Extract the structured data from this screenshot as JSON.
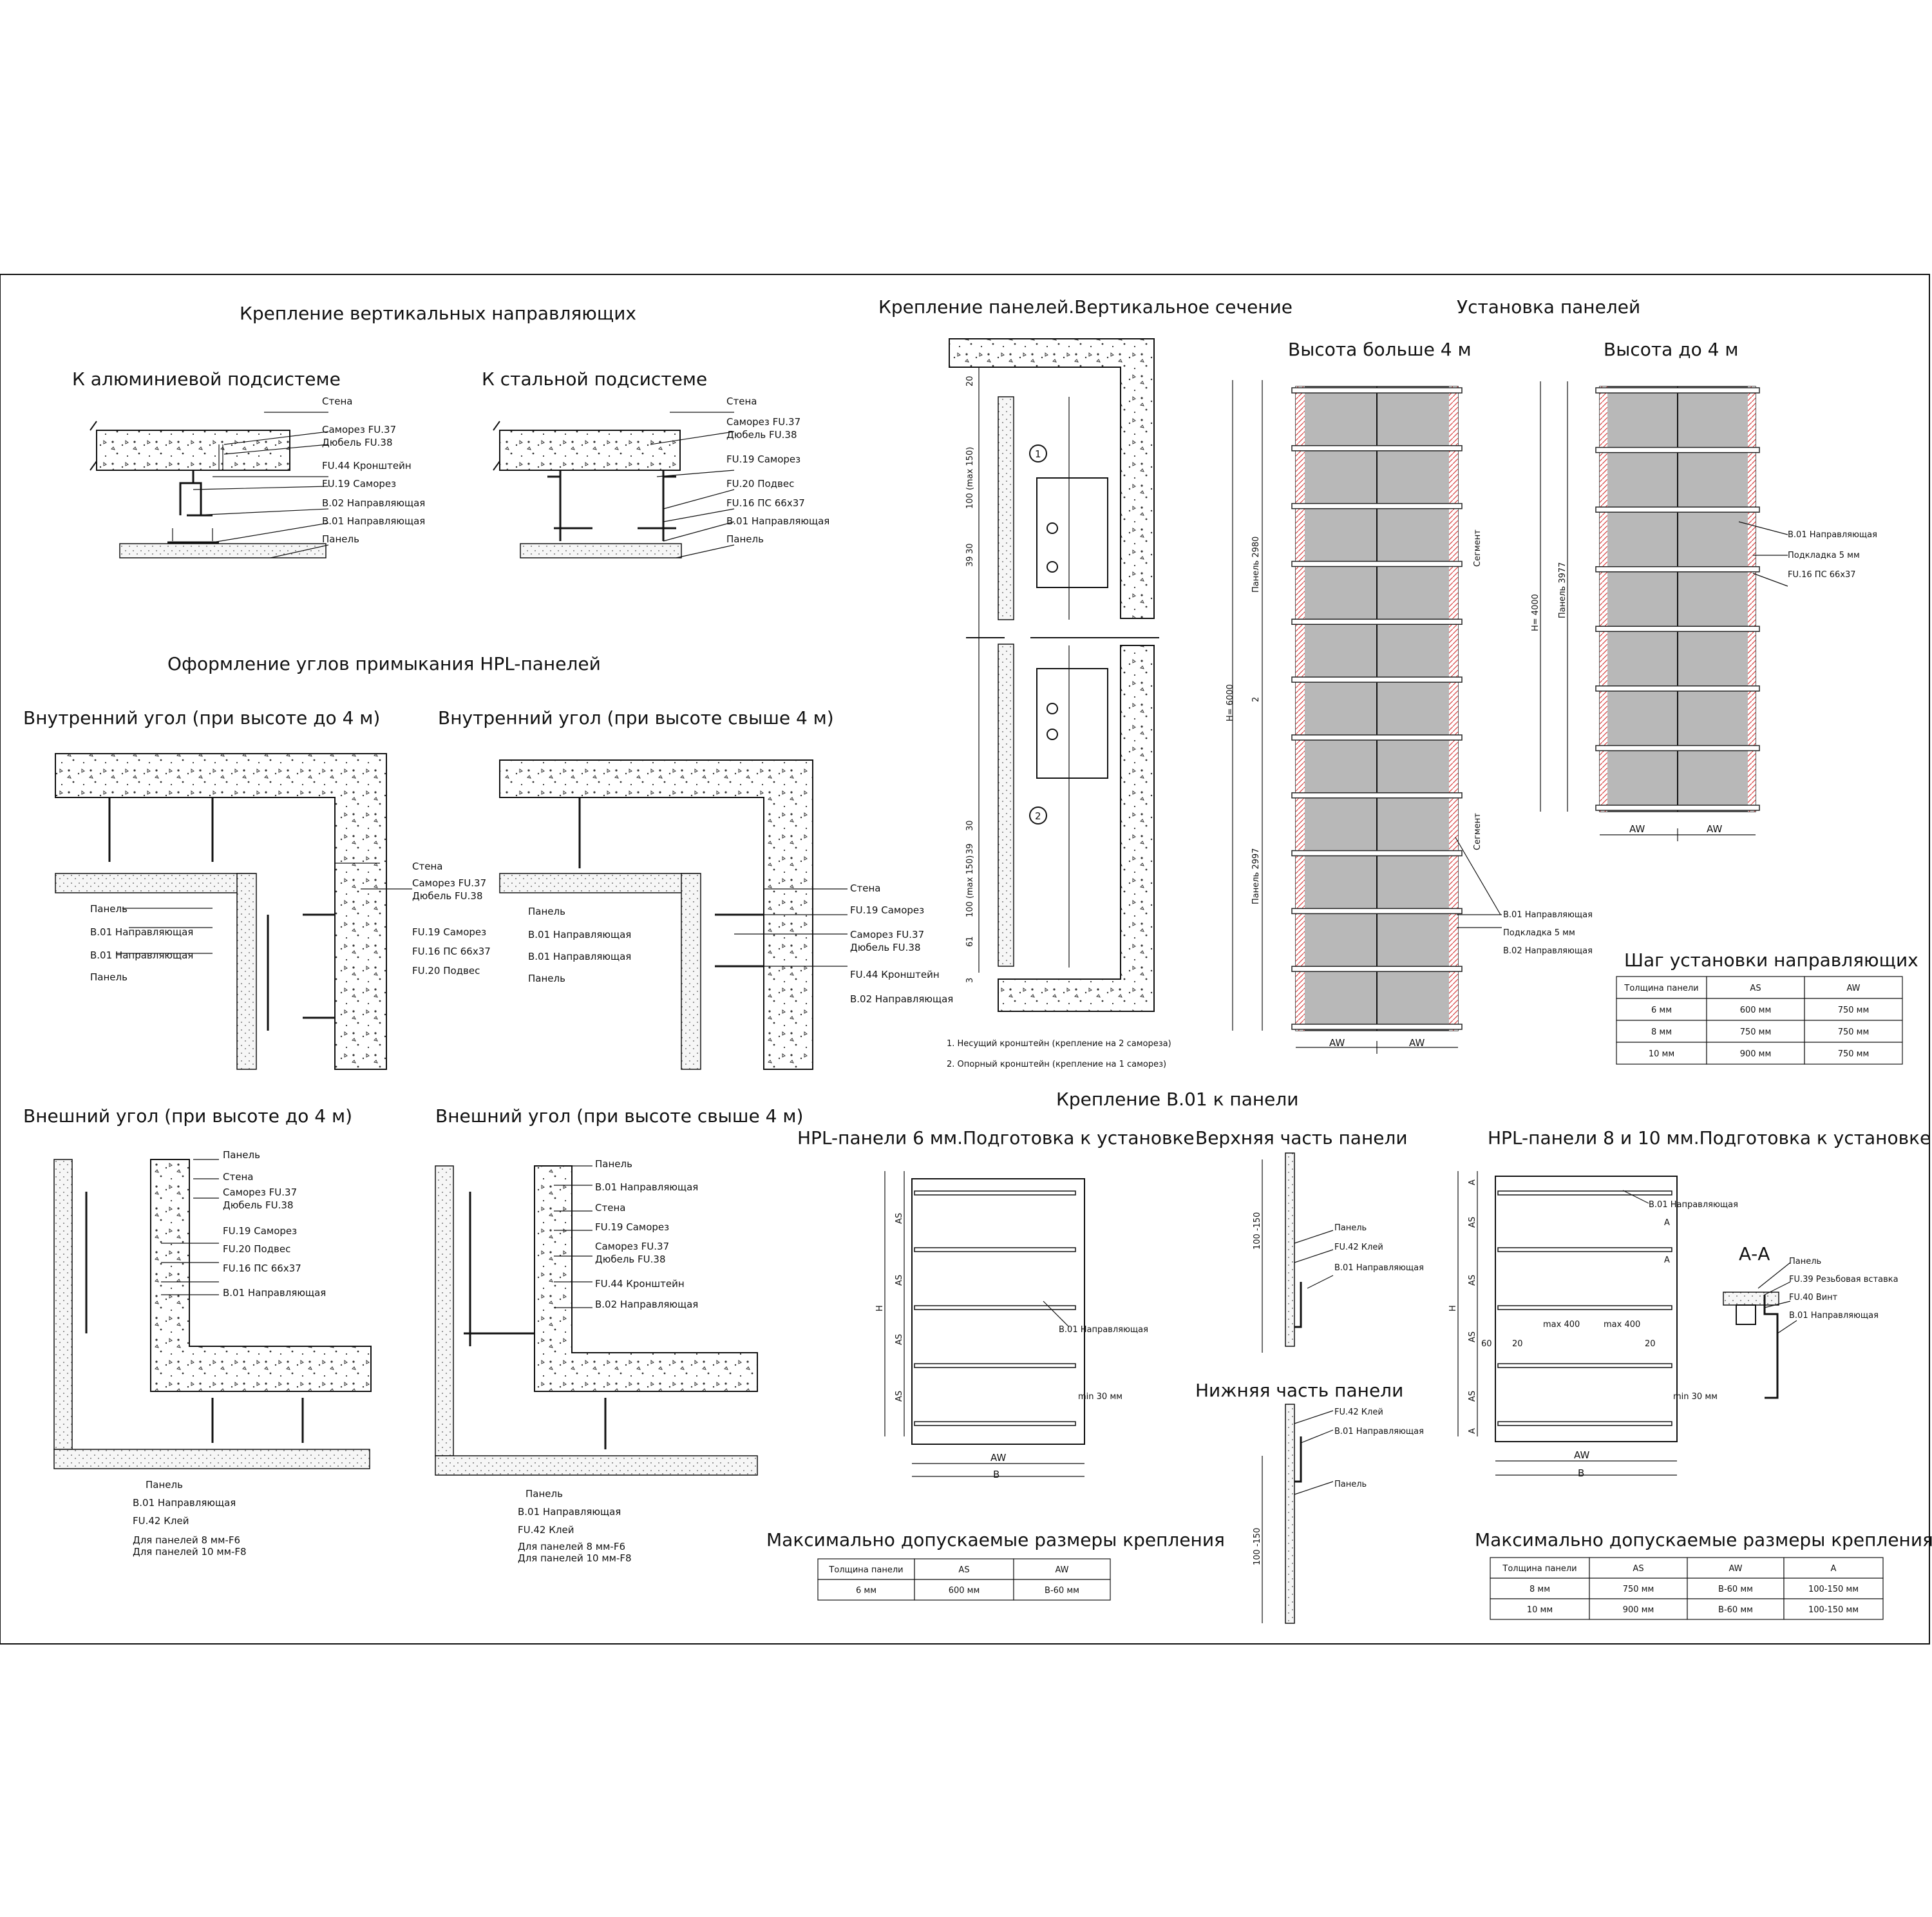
{
  "titles": {
    "vert_guides": "Крепление вертикальных направляющих",
    "alu": "К алюминиевой подсистеме",
    "steel": "К стальной подсистеме",
    "corners": "Оформление углов примыкания HPL-панелей",
    "inner_low": "Внутренний угол (при высоте до 4 м)",
    "inner_high": "Внутренний угол (при высоте свыше 4 м)",
    "outer_low": "Внешний угол (при высоте до 4 м)",
    "outer_high": "Внешний угол (при высоте свыше 4 м)",
    "vertical_section": "Крепление панелей.Вертикальное сечение",
    "install": "Установка панелей",
    "over4": "Высота больше 4 м",
    "upto4": "Высота до 4 м",
    "step": "Шаг установки направляющих",
    "b01": "Крепление В.01 к панели",
    "hpl6": "HPL-панели 6 мм.Подготовка к установке",
    "top_part": "Верхняя часть панели",
    "bottom_part": "Нижняя часть панели",
    "hpl810": "HPL-панели 8 и 10 мм.Подготовка к установке",
    "aa": "А-А",
    "max1": "Максимально допускаемые размеры крепления",
    "max2": "Максимально допускаемые размеры крепления"
  },
  "labels": {
    "stena": "Стена",
    "samorez_fu37": "Саморез FU.37",
    "dubel_fu38": "Дюбель FU.38",
    "fu44": "FU.44 Кронштейн",
    "fu19": "FU.19 Саморез",
    "b02": "В.02 Направляющая",
    "b01": "В.01 Направляющая",
    "panel": "Панель",
    "fu20": "FU.20 Подвес",
    "fu16": "FU.16 ПС 66х37",
    "fu19b": "FU.19 Саморез",
    "fu42": "FU.42 Клей",
    "f6": "Для панелей 8 мм-F6",
    "f8": "Для панелей 10 мм-F8",
    "podkladka": "Подкладка 5 мм",
    "fu39": "FU.39 Резьбовая вставка",
    "fu40": "FU.40 Винт",
    "segment": "Сегмент",
    "note1": "1.   Несущий кронштейн (крепление на 2 самореза)",
    "note2": "2.   Опорный кронштейн (крепление на 1 саморез)"
  },
  "dims": {
    "as": "AS",
    "aw": "AW",
    "b": "B",
    "h": "H",
    "a": "A",
    "h6000": "H= 6000",
    "h4000": "H= 4000",
    "panel2980": "Панель 2980",
    "panel2997": "Панель 2997",
    "panel3977": "Панель 3977",
    "d20": "20",
    "d100max150": "100 (max 150)",
    "d30": "30",
    "d39": "39",
    "d61": "61",
    "d3": "3",
    "d2": "2",
    "min30": "min 30 мм",
    "r100_150": "100 -150",
    "max400": "max 400",
    "n20": "20",
    "n60": "60",
    "c1": "1",
    "c2": "2"
  },
  "table_step": {
    "headers": [
      "Толщина панели",
      "AS",
      "AW"
    ],
    "rows": [
      [
        "6 мм",
        "600 мм",
        "750 мм"
      ],
      [
        "8 мм",
        "750 мм",
        "750 мм"
      ],
      [
        "10 мм",
        "900 мм",
        "750 мм"
      ]
    ]
  },
  "table_max6": {
    "headers": [
      "Толщина панели",
      "AS",
      "AW"
    ],
    "rows": [
      [
        "6 мм",
        "600 мм",
        "B-60 мм"
      ]
    ]
  },
  "table_max810": {
    "headers": [
      "Толщина панели",
      "AS",
      "AW",
      "A"
    ],
    "rows": [
      [
        "8 мм",
        "750 мм",
        "B-60 мм",
        "100-150 мм"
      ],
      [
        "10 мм",
        "900 мм",
        "B-60 мм",
        "100-150 мм"
      ]
    ]
  },
  "colors": {
    "panel_fill": "#b8b8b8",
    "segment_red": "#d84040"
  }
}
